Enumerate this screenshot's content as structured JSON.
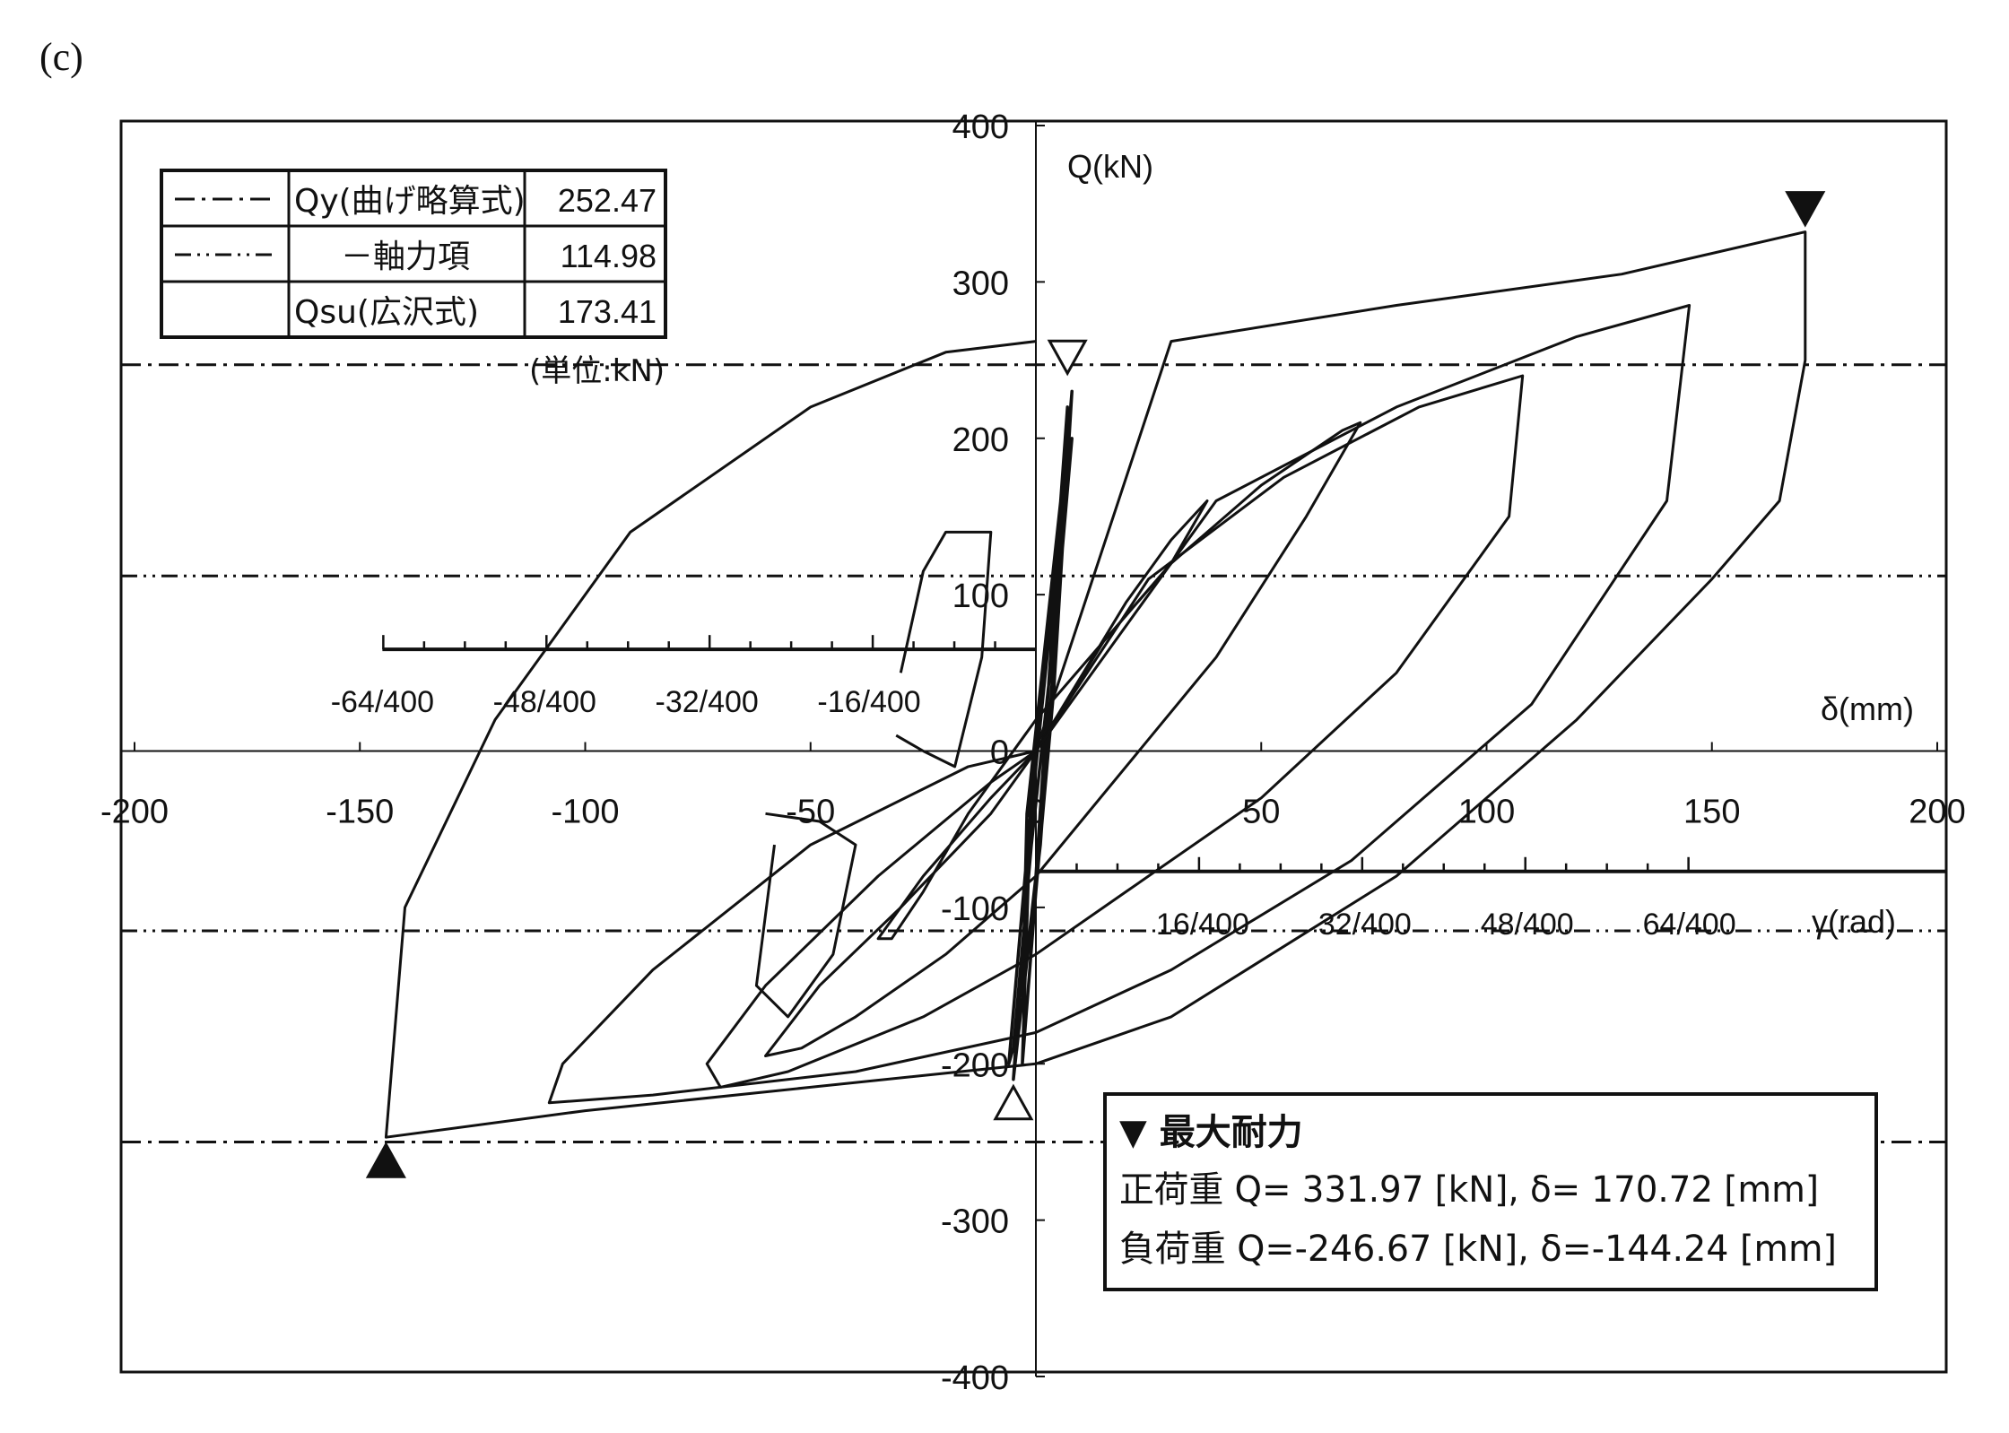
{
  "figure_label": "(c)",
  "chart_data": {
    "type": "line",
    "xlabel": "δ(mm)",
    "ylabel": "Q(kN)",
    "xlim": [
      -200,
      200
    ],
    "ylim": [
      -400,
      400
    ],
    "x_ticks": [
      "-200",
      "-150",
      "-100",
      "-50",
      "0",
      "50",
      "100",
      "150",
      "200"
    ],
    "x_tick_values": [
      -200,
      -150,
      -100,
      -50,
      0,
      50,
      100,
      150,
      200
    ],
    "y_ticks": [
      "400",
      "300",
      "200",
      "100",
      "0",
      "-100",
      "-200",
      "-300",
      "-400"
    ],
    "y_tick_values": [
      400,
      300,
      200,
      100,
      0,
      -100,
      -200,
      -300,
      -400
    ],
    "gamma_label": "γ(rad)",
    "gamma_ticks_neg": [
      "-64/400",
      "-48/400",
      "-32/400",
      "-16/400"
    ],
    "gamma_ticks_neg_x": [
      -145,
      -109,
      -73,
      -37
    ],
    "gamma_ticks_pos": [
      "16/400",
      "32/400",
      "48/400",
      "64/400"
    ],
    "gamma_ticks_pos_x": [
      37,
      73,
      109,
      145
    ],
    "gamma_axis_neg_y": 65,
    "gamma_axis_pos_y": -77,
    "reference_lines": [
      {
        "label": "Qy(曲げ略算式)",
        "value": 252.47,
        "style": "dash-dot",
        "levels": [
          247,
          -250
        ]
      },
      {
        "label": "－軸力項",
        "value": 114.98,
        "style": "dash-dot-dot",
        "levels": [
          112,
          -115
        ]
      },
      {
        "label": "Qsu(広沢式)",
        "value": 173.41,
        "style": "solid",
        "levels": []
      }
    ],
    "legend_values": [
      "252.47",
      "114.98",
      "173.41"
    ],
    "legend_unit": "(単位:kN)",
    "markers": [
      {
        "type": "max",
        "fill": "black",
        "x": 170.7,
        "y": 332,
        "dir": "down"
      },
      {
        "type": "max",
        "fill": "black",
        "x": -144.2,
        "y": -247,
        "dir": "up"
      },
      {
        "type": "yield",
        "fill": "white",
        "x": 7,
        "y": 237,
        "dir": "down"
      },
      {
        "type": "yield",
        "fill": "white",
        "x": -5,
        "y": -210,
        "dir": "up"
      }
    ],
    "info_box": {
      "title": "▼ 最大耐力",
      "line1": "正荷重  Q= 331.97 [kN], δ= 170.72 [mm]",
      "line2": "負荷重  Q=-246.67 [kN], δ=-144.24 [mm]"
    },
    "max_positive": {
      "Q": 331.97,
      "delta": 170.72
    },
    "max_negative": {
      "Q": -246.67,
      "delta": -144.24
    },
    "series": [
      {
        "x": [
          0,
          7,
          4,
          -2,
          -3,
          1,
          4,
          7,
          5,
          -1,
          -3,
          0,
          4,
          8,
          6,
          0,
          -4,
          -5,
          0,
          6,
          8,
          5,
          -1,
          -5,
          -6,
          0
        ],
        "y": [
          0,
          200,
          120,
          -40,
          -160,
          -60,
          60,
          220,
          140,
          -20,
          -200,
          -90,
          40,
          230,
          160,
          -10,
          -170,
          -210,
          -80,
          180,
          200,
          100,
          -60,
          -190,
          -200,
          0
        ]
      },
      {
        "x": [
          0,
          20,
          30,
          38,
          30,
          15,
          0,
          -15,
          -25,
          -32,
          -35,
          -25,
          -10,
          0
        ],
        "y": [
          0,
          95,
          135,
          160,
          120,
          70,
          20,
          -40,
          -90,
          -120,
          -120,
          -80,
          -30,
          0
        ]
      },
      {
        "x": [
          0,
          15,
          30,
          50,
          68,
          72,
          60,
          40,
          20,
          0,
          -20,
          -40,
          -52,
          -60,
          -48,
          -30,
          -10,
          0
        ],
        "y": [
          0,
          70,
          120,
          170,
          205,
          210,
          150,
          60,
          -10,
          -80,
          -130,
          -170,
          -190,
          -195,
          -150,
          -100,
          -40,
          0
        ]
      },
      {
        "x": [
          0,
          25,
          55,
          85,
          108,
          105,
          80,
          50,
          20,
          0,
          -25,
          -55,
          -70,
          -73,
          -60,
          -35,
          -10,
          0
        ],
        "y": [
          0,
          110,
          175,
          220,
          240,
          150,
          50,
          -30,
          -90,
          -130,
          -170,
          -205,
          -215,
          -200,
          -150,
          -80,
          -20,
          0
        ]
      },
      {
        "x": [
          0,
          40,
          80,
          120,
          145,
          140,
          110,
          70,
          30,
          0,
          -40,
          -85,
          -108,
          -105,
          -85,
          -50,
          -15,
          0
        ],
        "y": [
          0,
          160,
          220,
          265,
          285,
          160,
          30,
          -70,
          -140,
          -180,
          -205,
          -220,
          -225,
          -200,
          -140,
          -60,
          -10,
          0
        ]
      },
      {
        "x": [
          0,
          30,
          80,
          130,
          170.7,
          170.7,
          165,
          150,
          120,
          80,
          30,
          0,
          -50,
          -100,
          -144.2,
          -140,
          -120,
          -90,
          -50,
          -20,
          0
        ],
        "y": [
          0,
          262,
          285,
          305,
          332,
          250,
          160,
          110,
          20,
          -80,
          -170,
          -200,
          -215,
          -230,
          -247,
          -100,
          20,
          140,
          220,
          255,
          262
        ]
      },
      {
        "x": [
          -30,
          -25,
          -20,
          -15,
          -10,
          -12,
          -18,
          -25,
          -31
        ],
        "y": [
          50,
          115,
          140,
          140,
          140,
          60,
          -10,
          0,
          10
        ]
      },
      {
        "x": [
          -60,
          -48,
          -40,
          -45,
          -55,
          -62,
          -58
        ],
        "y": [
          -40,
          -45,
          -60,
          -130,
          -170,
          -150,
          -60
        ]
      }
    ]
  }
}
